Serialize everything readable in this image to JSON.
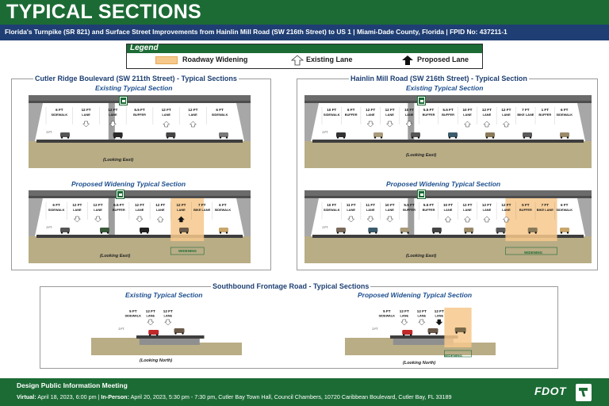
{
  "header": {
    "title": "TYPICAL SECTIONS",
    "subtitle": "Florida's Turnpike (SR 821) and Surface Street Improvements from Hainlin Mill Road (SW 216th Street) to US 1 |  Miami-Dade County, Florida | FPID No: 437211-1"
  },
  "legend": {
    "title": "Legend",
    "items": [
      {
        "label": "Roadway Widening",
        "color": "#f6c88c"
      },
      {
        "label": "Existing Lane",
        "icon": "existing-lane-arrow-icon"
      },
      {
        "label": "Proposed Lane",
        "icon": "proposed-lane-arrow-icon"
      }
    ]
  },
  "panels": [
    {
      "title": "Cutler Ridge Boulevard (SW 211th Street) - Typical Sections",
      "existing": {
        "title": "Existing Typical Section",
        "labels": [
          "6 FT SIDEWALK",
          "12 FT LANE",
          "12 FT LANE",
          "6.5 FT BUFFER",
          "12 FT LANE",
          "12 FT LANE",
          "6 FT SIDEWALK"
        ],
        "curb_label": "2 FT CURB AND GUTTER",
        "looking": "(Looking East)"
      },
      "proposed": {
        "title": "Proposed Widening Typical Section",
        "labels": [
          "6 FT SIDEWALK",
          "12 FT LANE",
          "12 FT LANE",
          "6.5 FT BUFFER",
          "12 FT LANE",
          "12 FT LANE",
          "12 FT LANE",
          "7 FT BIKE LANE",
          "6 FT SIDEWALK"
        ],
        "curb_label": "2 FT CURB AND GUTTER",
        "widening": "WIDENING",
        "looking": "(Looking East)"
      }
    },
    {
      "title": "Hainlin Mill Road (SW 216th Street) - Typical Section",
      "existing": {
        "title": "Existing Typical Section",
        "labels": [
          "10 FT SIDEWALK",
          "6 FT BUFFER",
          "12 FT LANE",
          "12 FT LANE",
          "10 FT LANE",
          "5.5 FT BUFFER",
          "5.5 FT BUFFER",
          "10 FT LANE",
          "12 FT LANE",
          "12 FT LANE",
          "7 FT BIKE LANE",
          "1 FT BUFFER",
          "6 FT SIDEWALK"
        ],
        "curb_label": "2 FT CURB AND GUTTER",
        "looking": "(Looking East)"
      },
      "proposed": {
        "title": "Proposed Widening Typical Section",
        "labels": [
          "10 FT SIDEWALK",
          "11 FT LANE",
          "11 FT LANE",
          "10 FT LANE",
          "5.5 FT BUFFER",
          "5.5 FT BUFFER",
          "10 FT LANE",
          "12 FT LANE",
          "12 FT LANE",
          "12 FT LANE",
          "5 FT BUFFER",
          "7 FT BIKE LANE",
          "6 FT SIDEWALK"
        ],
        "curb_label": "2 FT CURB AND GUTTER",
        "widening": "WIDENING",
        "looking": "(Looking East)"
      }
    },
    {
      "title": "Southbound Frontage Road - Typical Sections",
      "existing": {
        "title": "Existing Typical Section",
        "labels": [
          "5 FT SIDEWALK",
          "12 FT LANE",
          "12 FT LANE"
        ],
        "curb_label": "2 FT CURB AND GUTTER",
        "looking": "(Looking North)"
      },
      "proposed": {
        "title": "Proposed Widening Typical Section",
        "labels": [
          "5 FT SIDEWALK",
          "12 FT LANE",
          "12 FT LANE",
          "12 FT LANE"
        ],
        "curb_label": "2 FT CURB AND GUTTER",
        "widening": "WIDENING",
        "looking": "(Looking North)"
      }
    }
  ],
  "footer": {
    "title": "Design Public Information Meeting",
    "virtual_label": "Virtual:",
    "virtual_text": " April 18, 2023, 6:00 pm | ",
    "inperson_label": "In-Person:",
    "inperson_text": " April 20, 2023, 5:30 pm - 7:30 pm, Cutler Bay Town Hall, Council Chambers, 10720 Caribbean Boulevard, Cutler Bay, FL 33189",
    "logo": "FDOT"
  },
  "colors": {
    "green": "#1c6b35",
    "navy": "#1f3f74",
    "widening": "#f6c88c",
    "ground": "#b9ad86",
    "bridge": "#6b6b6b"
  }
}
